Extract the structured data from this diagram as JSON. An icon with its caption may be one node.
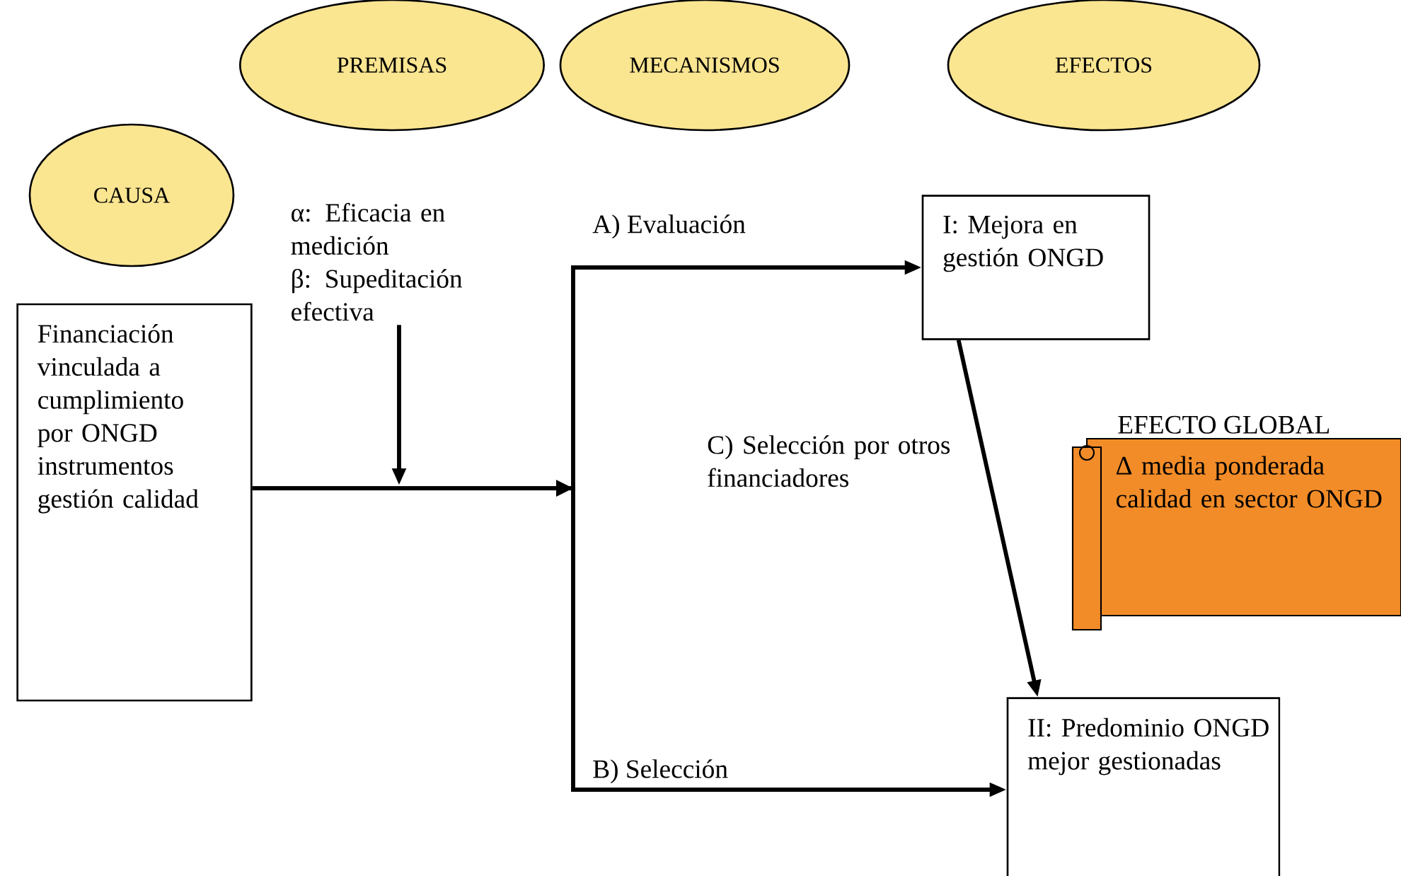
{
  "diagram": {
    "nodes": [
      {
        "text": [
          "CAUSA"
        ]
      },
      {
        "text": [
          "PREMISAS"
        ]
      },
      {
        "text": [
          "MECANISMOS"
        ]
      },
      {
        "text": [
          "EFECTOS"
        ]
      },
      {
        "text": [
          "Financiación vinculada a cumplimiento por ONGD instrumentos gestión calidad"
        ]
      },
      {
        "text": [
          "α: Eficacia en medición",
          "β: Supeditación efectiva"
        ]
      },
      {
        "text": [
          "I: Mejora en gestión ONGD"
        ]
      },
      {
        "text": [
          "II: Predominio ONGD mejor gestionadas"
        ]
      },
      {
        "text": [
          "EFECTO GLOBAL",
          "Δ media ponderada calidad en sector ONGD"
        ]
      }
    ],
    "edges": [
      {
        "from": 4,
        "to": 6,
        "arrow": "to",
        "label": "A) Evaluación"
      },
      {
        "from": 4,
        "to": 7,
        "arrow": "to",
        "label": "B) Selección"
      },
      {
        "from": 6,
        "to": 7,
        "arrow": "to",
        "label": "C) Selección por otros financiadores"
      },
      {
        "from": 5,
        "to": null,
        "arrow": "to"
      }
    ]
  }
}
